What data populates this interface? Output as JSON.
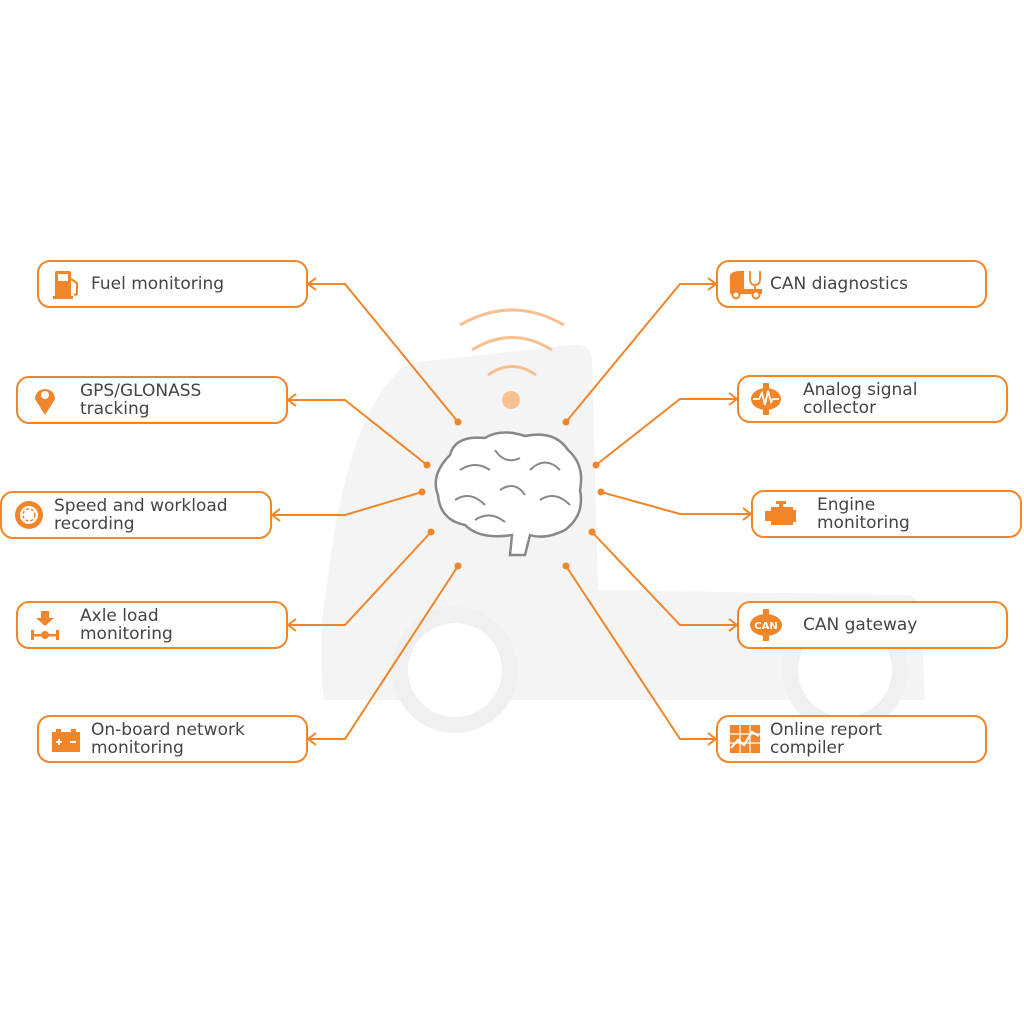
{
  "colors": {
    "accent": "#f0852a",
    "truck": "#f4f4f4",
    "text": "#444444"
  },
  "left": [
    {
      "label": "Fuel monitoring",
      "icon": "fuel-pump-icon"
    },
    {
      "label": "GPS/GLONASS\ntracking",
      "icon": "map-pin-icon"
    },
    {
      "label": "Speed and workload\nrecording",
      "icon": "tachograph-icon"
    },
    {
      "label": "Axle load\nmonitoring",
      "icon": "axle-load-icon"
    },
    {
      "label": "On-board network\nmonitoring",
      "icon": "battery-icon"
    }
  ],
  "right": [
    {
      "label": "CAN diagnostics",
      "icon": "truck-stethoscope-icon"
    },
    {
      "label": "Analog signal\ncollector",
      "icon": "analog-signal-icon"
    },
    {
      "label": "Engine\nmonitoring",
      "icon": "engine-icon"
    },
    {
      "label": "CAN gateway",
      "icon": "can-gateway-icon"
    },
    {
      "label": "Online report\ncompiler",
      "icon": "report-chart-icon"
    }
  ],
  "center": {
    "icon": "brain-icon",
    "signal": "wifi-signal-icon"
  }
}
